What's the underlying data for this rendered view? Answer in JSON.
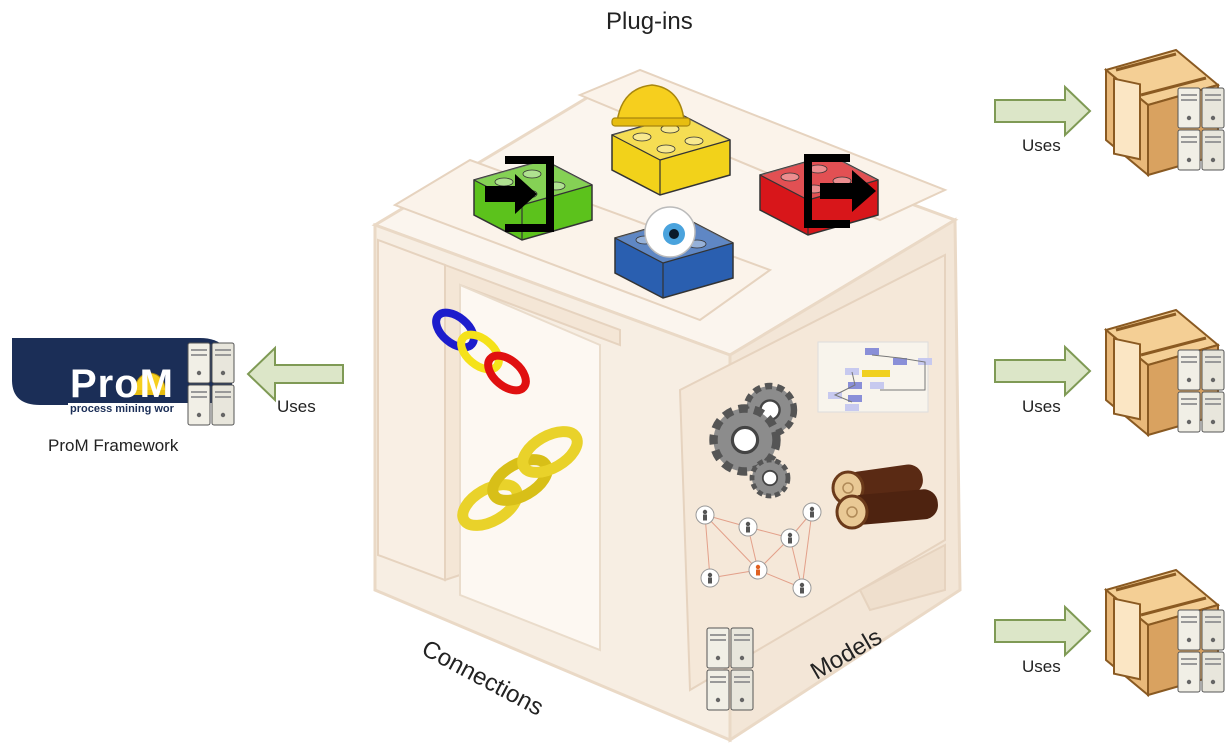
{
  "diagram": {
    "top_label": "Plug-ins",
    "left_face_label": "Connections",
    "right_face_label": "Models"
  },
  "prom": {
    "logo_text": "ProM",
    "logo_tagline": "process mining wor",
    "caption": "ProM Framework"
  },
  "arrows": [
    {
      "label": "Uses"
    },
    {
      "label": "Uses"
    },
    {
      "label": "Uses"
    },
    {
      "label": "Uses"
    }
  ],
  "colors": {
    "cube_face": "#f6ede2",
    "cube_edge": "#e8d8c6",
    "arrow_fill": "#dce6c8",
    "arrow_stroke": "#7f9a55",
    "prom_navy": "#1b2e57",
    "brick_yellow": "#f2d21a",
    "brick_green": "#5cc21c",
    "brick_red": "#d8161a",
    "brick_blue": "#2a5fb0",
    "crate_wood": "#e9b97a"
  }
}
